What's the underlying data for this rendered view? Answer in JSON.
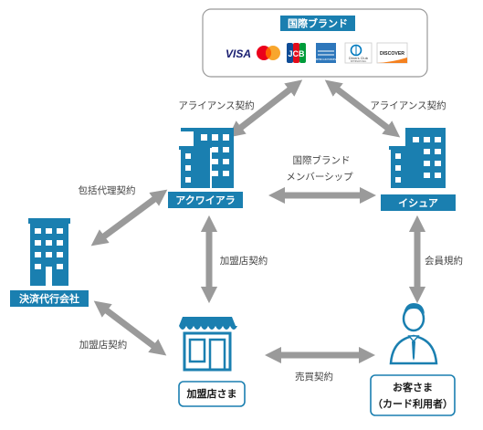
{
  "brand_box": {
    "title": "国際ブランド",
    "cards": {
      "visa": "VISA",
      "jcb": "JCB",
      "amex": "AMERICAN EXPRESS",
      "diners": "Diners Club",
      "diners_sub": "INTERNATIONAL",
      "discover": "DISCOVER"
    }
  },
  "nodes": {
    "acquirer": "アクワイアラ",
    "issuer": "イシュア",
    "psp": "決済代行会社",
    "merchant": "加盟店さま",
    "customer_line1": "お客さま",
    "customer_line2": "（カード利用者）"
  },
  "relations": {
    "brand_acquirer": "アライアンス契約",
    "brand_issuer": "アライアンス契約",
    "acq_issuer_line1": "国際ブランド",
    "acq_issuer_line2": "メンバーシップ",
    "psp_acquirer": "包括代理契約",
    "acquirer_merchant": "加盟店契約",
    "issuer_customer": "会員規約",
    "psp_merchant": "加盟店契約",
    "merchant_customer": "売買契約"
  },
  "colors": {
    "primary": "#1a7fb0",
    "arrow": "#9a9a9a",
    "box_border": "#999999"
  }
}
